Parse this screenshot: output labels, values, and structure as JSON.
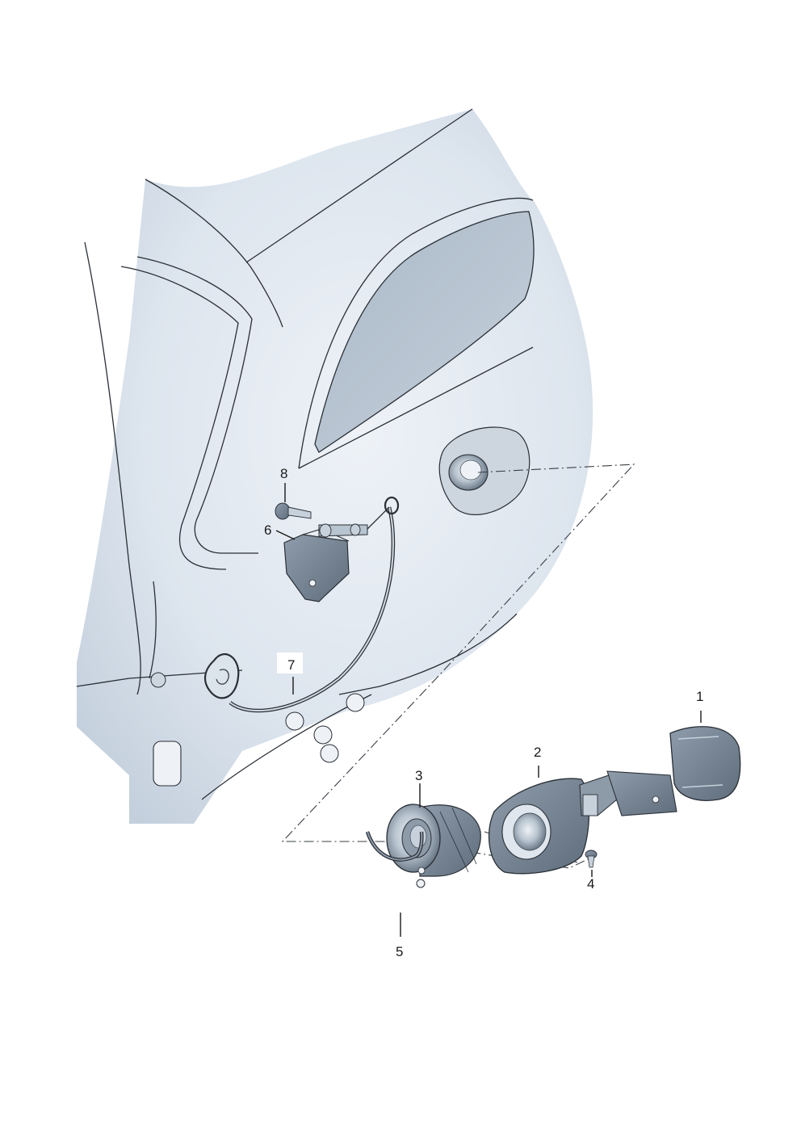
{
  "colors": {
    "body_fill": "#dde5ee",
    "body_shadow": "#c3cfdc",
    "window_fill": "#b5c2cf",
    "part_dark": "#6d7c8b",
    "part_mid": "#97a5b3",
    "part_light": "#c7d1db",
    "line": "#2a2f36"
  },
  "callouts": [
    {
      "id": "1",
      "label": "1"
    },
    {
      "id": "2",
      "label": "2"
    },
    {
      "id": "3",
      "label": "3"
    },
    {
      "id": "4",
      "label": "4"
    },
    {
      "id": "5",
      "label": "5"
    },
    {
      "id": "6",
      "label": "6"
    },
    {
      "id": "7",
      "label": "7"
    },
    {
      "id": "8",
      "label": "8"
    }
  ]
}
